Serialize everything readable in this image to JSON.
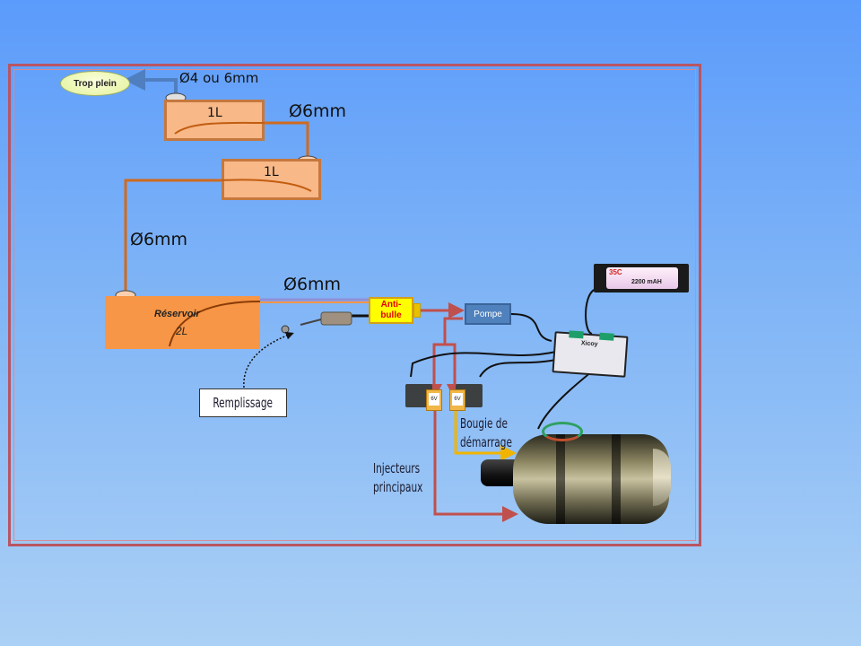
{
  "diagram": {
    "title": "Circuit carburant turbine",
    "labels": {
      "overflow": "Trop plein",
      "overflow_pipe": "Ø4 ou 6mm",
      "tank1": "1L",
      "tank2": "1L",
      "pipe_top": "Ø6mm",
      "pipe_left": "Ø6mm",
      "pipe_main": "Ø6mm",
      "reservoir_name": "Réservoir",
      "reservoir_volume": "2L",
      "anti_bubble": "Anti-\nbulle",
      "pump": "Pompe",
      "filling": "Remplissage",
      "spark": "Bougie de\ndémarrage",
      "injectors": "Injecteurs\nprincipaux"
    },
    "battery": {
      "rating": "35C",
      "capacity": "2200 mAH"
    },
    "ecu": {
      "brand": "Xicoy"
    },
    "valves": [
      {
        "voltage": "6V"
      },
      {
        "voltage": "6V"
      }
    ],
    "colors": {
      "fuel_line": "#d06a1e",
      "overflow_line": "#4f7fbf",
      "fuel_feed": "#c0504d",
      "spark_line": "#f0b400",
      "frame": "#b85562",
      "tank_fill": "#f8b888",
      "reservoir_fill": "#f79646",
      "anti_bubble_fill": "#ffff00",
      "pump_fill": "#4f81bd"
    }
  }
}
